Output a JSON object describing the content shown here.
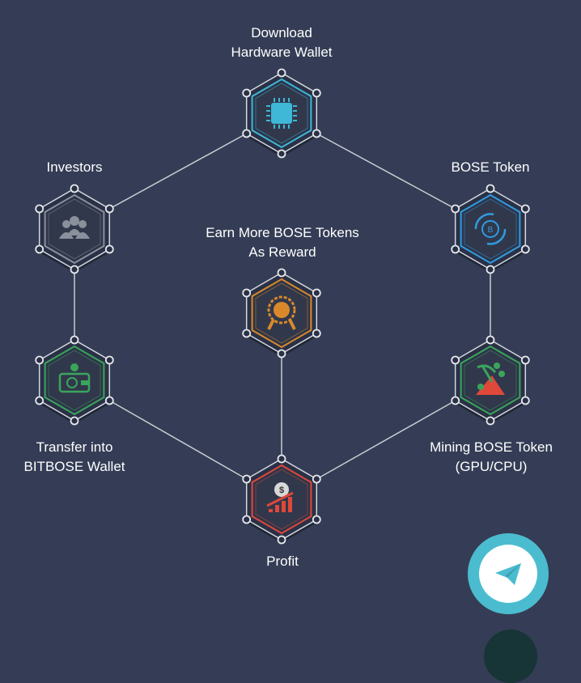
{
  "nodes": [
    {
      "id": "download",
      "label_lines": [
        "Download",
        "Hardware Wallet"
      ],
      "color": "#3fb7d6",
      "icon": "chip-icon"
    },
    {
      "id": "investors",
      "label_lines": [
        "Investors"
      ],
      "color": "#8a909c",
      "icon": "users-icon"
    },
    {
      "id": "bose-token",
      "label_lines": [
        "BOSE Token"
      ],
      "color": "#2f9ce0",
      "icon": "token-cycle-icon"
    },
    {
      "id": "earn",
      "label_lines": [
        "Earn More BOSE Tokens",
        "As Reward"
      ],
      "color": "#d9892a",
      "icon": "reward-badge-icon"
    },
    {
      "id": "transfer",
      "label_lines": [
        "Transfer into",
        "BITBOSE Wallet"
      ],
      "color": "#3aa55a",
      "icon": "wallet-icon"
    },
    {
      "id": "mining",
      "label_lines": [
        "Mining BOSE Token",
        "(GPU/CPU)"
      ],
      "color": "#3aa55a",
      "icon": "mining-icon"
    },
    {
      "id": "profit",
      "label_lines": [
        "Profit"
      ],
      "color": "#e0483a",
      "icon": "profit-chart-icon"
    }
  ],
  "edges": [
    [
      "download",
      "investors"
    ],
    [
      "download",
      "bose-token"
    ],
    [
      "investors",
      "transfer"
    ],
    [
      "bose-token",
      "mining"
    ],
    [
      "transfer",
      "profit"
    ],
    [
      "mining",
      "profit"
    ],
    [
      "earn",
      "profit"
    ]
  ],
  "telegram": {
    "icon": "telegram-icon",
    "color": "#4bbccf"
  }
}
